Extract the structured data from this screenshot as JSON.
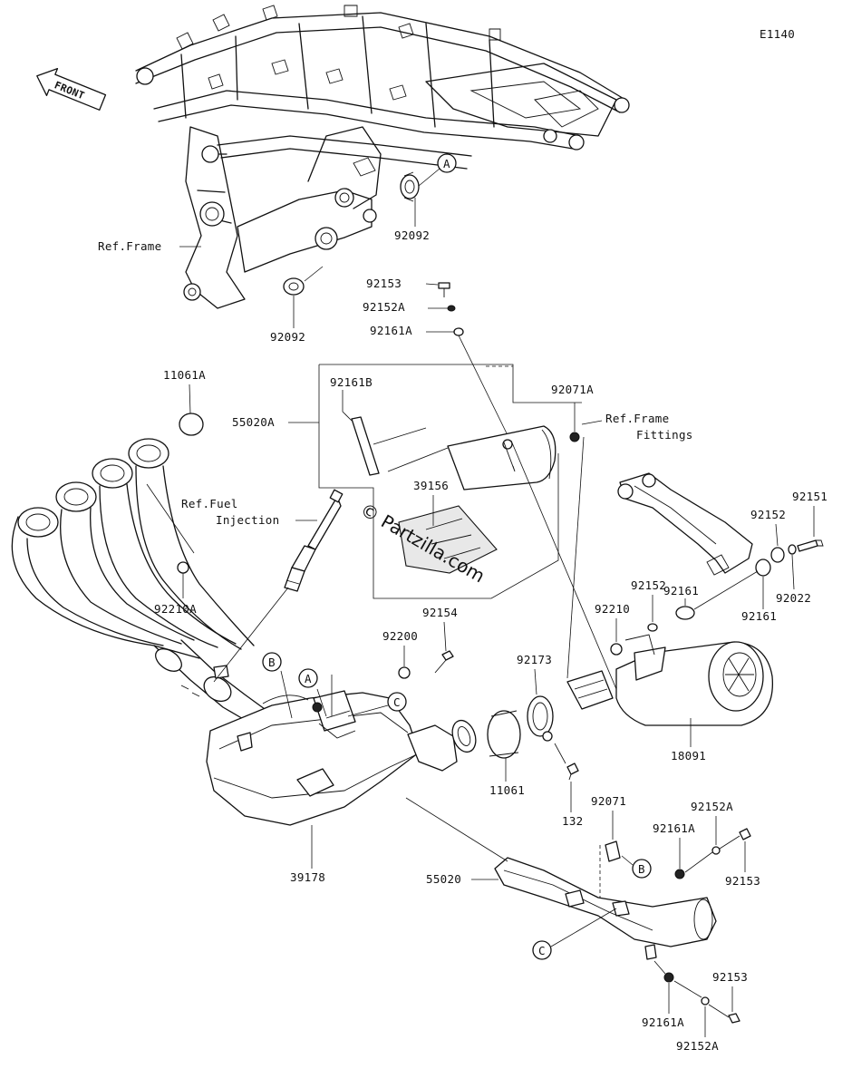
{
  "diagram_code": "E1140",
  "front_label": "FRONT",
  "watermark": "© Partzilla.com",
  "callouts": {
    "a": "A",
    "b": "B",
    "c": "C"
  },
  "refs": {
    "frame": "Ref.Frame",
    "fuel_line1": "Ref.Fuel",
    "fuel_line2": "Injection",
    "fittings_line1": "Ref.Frame",
    "fittings_line2": "Fittings"
  },
  "parts": {
    "p92092_top": "92092",
    "p92092_bottom": "92092",
    "p92153_top": "92153",
    "p92152A_top": "92152A",
    "p92161A_top": "92161A",
    "p11061A": "11061A",
    "p92161B": "92161B",
    "p55020A": "55020A",
    "p92071A": "92071A",
    "p39156": "39156",
    "p92151": "92151",
    "p92152_r1": "92152",
    "p92022": "92022",
    "p92161_r1": "92161",
    "p92161_r2": "92161",
    "p92152_r2": "92152",
    "p92210": "92210",
    "p92210A": "92210A",
    "p92154": "92154",
    "p92200": "92200",
    "p92173": "92173",
    "p18091": "18091",
    "p11061": "11061",
    "p132": "132",
    "p92071": "92071",
    "p92152A_mid": "92152A",
    "p92161A_mid": "92161A",
    "p92153_mid": "92153",
    "p39178": "39178",
    "p55020": "55020",
    "p92153_bot": "92153",
    "p92161A_bot": "92161A",
    "p92152A_bot": "92152A"
  }
}
